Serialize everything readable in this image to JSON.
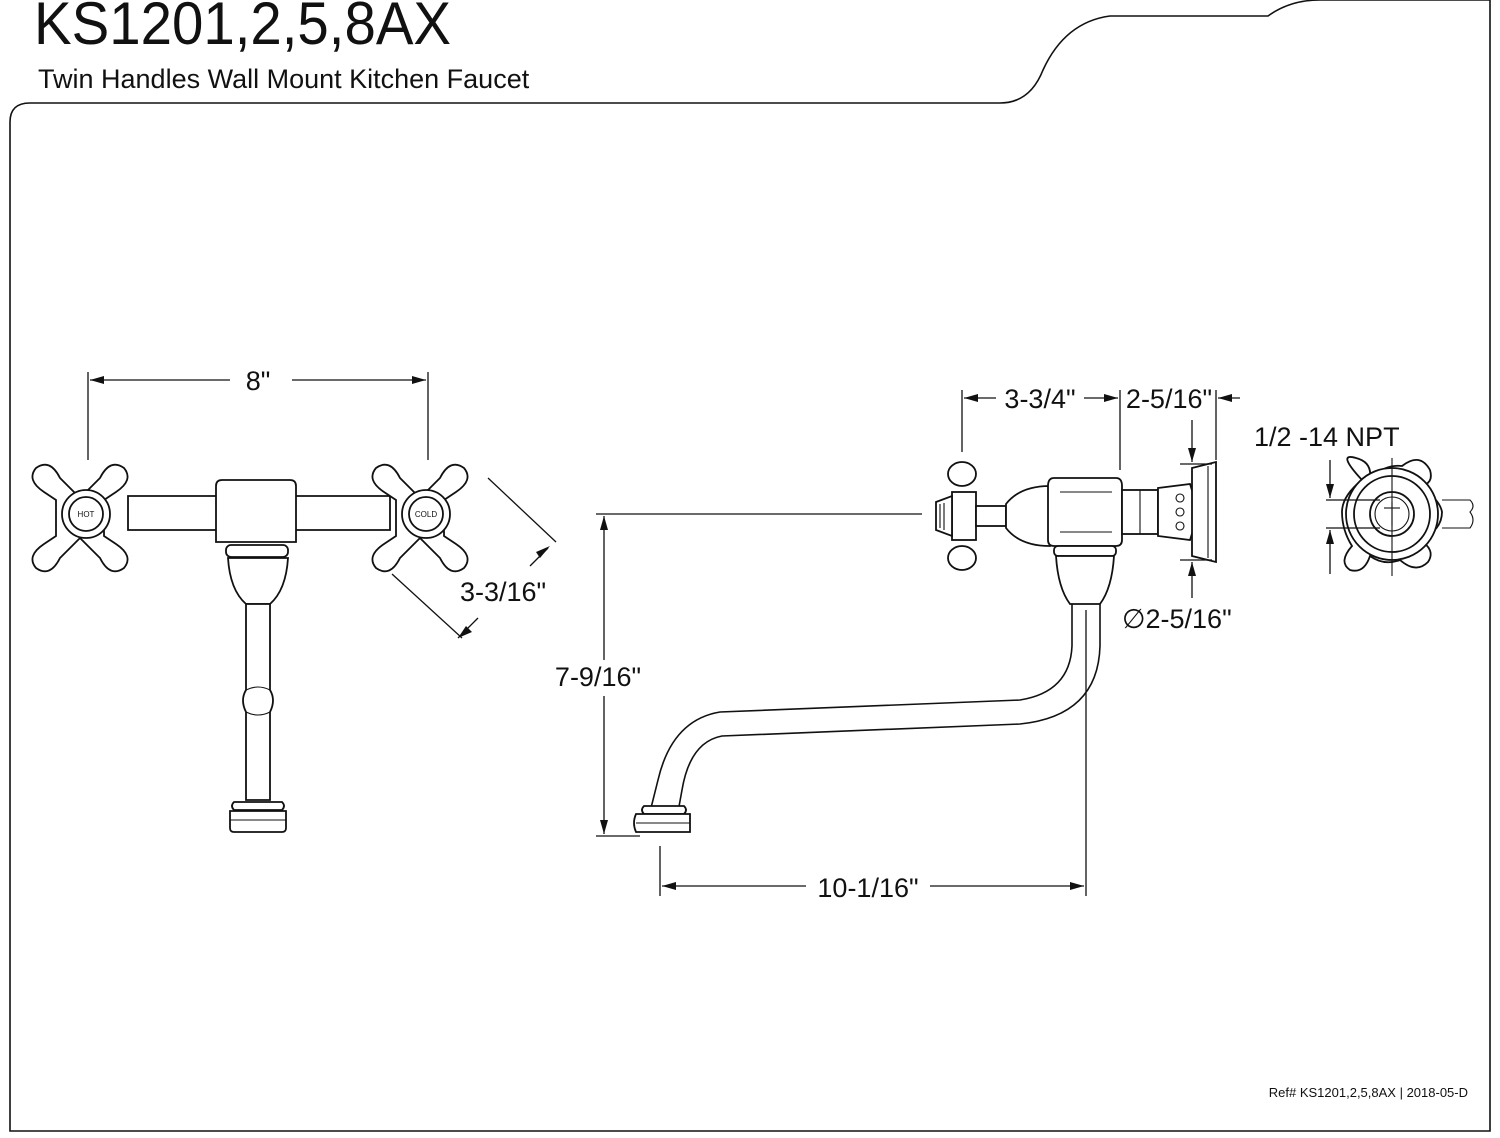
{
  "header": {
    "model": "KS1201,2,5,8AX",
    "description": "Twin Handles Wall Mount Kitchen Faucet"
  },
  "handles": {
    "hot_label": "HOT",
    "cold_label": "COLD"
  },
  "dimensions": {
    "center_spread": "8\"",
    "handle_diameter": "3-3/16\"",
    "handle_to_body": "3-3/4\"",
    "body_to_wall": "2-5/16\"",
    "flange_diameter": "∅2-5/16\"",
    "height": "7-9/16\"",
    "spout_reach": "10-1/16\"",
    "thread": "1/2 -14 NPT"
  },
  "footer": {
    "reference": "Ref# KS1201,2,5,8AX | 2018-05-D"
  }
}
